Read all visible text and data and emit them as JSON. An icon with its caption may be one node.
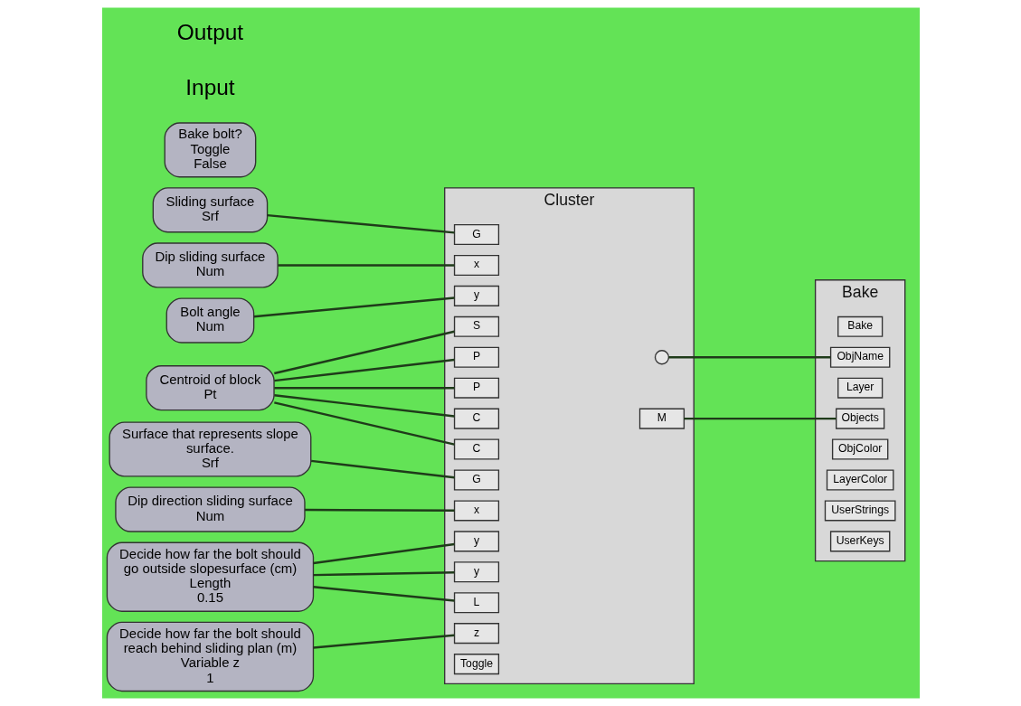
{
  "diagram": {
    "nodes": [
      {
        "text": [
          "Sliding surface",
          "Srf"
        ]
      },
      {
        "text": [
          "Dip sliding surface",
          "Num"
        ]
      },
      {
        "text": [
          "Bolt angle",
          "Num"
        ]
      },
      {
        "text": [
          "Centroid of block",
          "Pt"
        ]
      },
      {
        "text": [
          "Surface that represents slope surface.",
          "Srf"
        ]
      },
      {
        "text": [
          "Dip direction sliding surface",
          "Num"
        ]
      },
      {
        "text": [
          "Decide how far the bolt should go outside slopesurface (cm)",
          "Length",
          "0.15"
        ]
      },
      {
        "text": [
          "Decide how far the bolt should reach behind sliding plan (m)",
          "Variable z",
          "1"
        ]
      },
      {
        "text": [
          "Bake bolt?",
          "Toggle",
          "False"
        ]
      },
      {
        "text": [
          "Cluster"
        ]
      },
      {
        "text": [
          "P"
        ],
        "in": 9
      },
      {
        "text": [
          "G"
        ],
        "in": 9
      },
      {
        "text": [
          "x"
        ],
        "in": 9
      },
      {
        "text": [
          "y"
        ],
        "in": 9
      },
      {
        "text": [
          "y"
        ],
        "in": 9
      },
      {
        "text": [
          "z"
        ],
        "in": 9
      },
      {
        "text": [
          "S"
        ],
        "in": 9
      },
      {
        "text": [
          "P"
        ],
        "in": 9
      },
      {
        "text": [
          "G"
        ],
        "in": 9
      },
      {
        "text": [
          "C"
        ],
        "in": 9
      },
      {
        "text": [
          "C"
        ],
        "in": 9
      },
      {
        "text": [
          "x"
        ],
        "in": 9
      },
      {
        "text": [
          "y"
        ],
        "in": 9
      },
      {
        "text": [
          "L"
        ],
        "in": 9
      },
      {
        "text": [],
        "shape": "circle",
        "in": 9
      },
      {
        "text": [
          "M"
        ],
        "in": 9
      },
      {
        "text": [
          "Toggle"
        ],
        "in": 9
      },
      {
        "text": [
          "Bake"
        ]
      },
      {
        "text": [
          "Bake"
        ],
        "in": 27
      },
      {
        "text": [
          "Objects"
        ],
        "in": 27
      },
      {
        "text": [
          "Layer"
        ],
        "in": 27
      },
      {
        "text": [
          "ObjName"
        ],
        "in": 27
      },
      {
        "text": [
          "ObjColor"
        ],
        "in": 27
      },
      {
        "text": [
          "LayerColor"
        ],
        "in": 27
      },
      {
        "text": [
          "UserStrings"
        ],
        "in": 27
      },
      {
        "text": [
          "UserKeys"
        ],
        "in": 27
      }
    ],
    "edges": [
      {
        "from": 3,
        "to": 10,
        "arrow": "none"
      },
      {
        "from": 4,
        "to": 11,
        "arrow": "none"
      },
      {
        "from": 1,
        "to": 12,
        "arrow": "none"
      },
      {
        "from": 2,
        "to": 13,
        "arrow": "none"
      },
      {
        "from": 6,
        "to": 14,
        "arrow": "none"
      },
      {
        "from": 7,
        "to": 15,
        "arrow": "none"
      },
      {
        "from": 3,
        "to": 16,
        "arrow": "none"
      },
      {
        "from": 3,
        "to": 17,
        "arrow": "none"
      },
      {
        "from": 0,
        "to": 18,
        "arrow": "none"
      },
      {
        "from": 3,
        "to": 19,
        "arrow": "none"
      },
      {
        "from": 3,
        "to": 20,
        "arrow": "none"
      },
      {
        "from": 5,
        "to": 21,
        "arrow": "none"
      },
      {
        "from": 6,
        "to": 22,
        "arrow": "none"
      },
      {
        "from": 6,
        "to": 23,
        "arrow": "none"
      },
      {
        "from": 24,
        "to": 31,
        "arrow": "none"
      },
      {
        "from": 25,
        "to": 29,
        "arrow": "none"
      }
    ],
    "labels": [
      "Input",
      "Output"
    ]
  }
}
